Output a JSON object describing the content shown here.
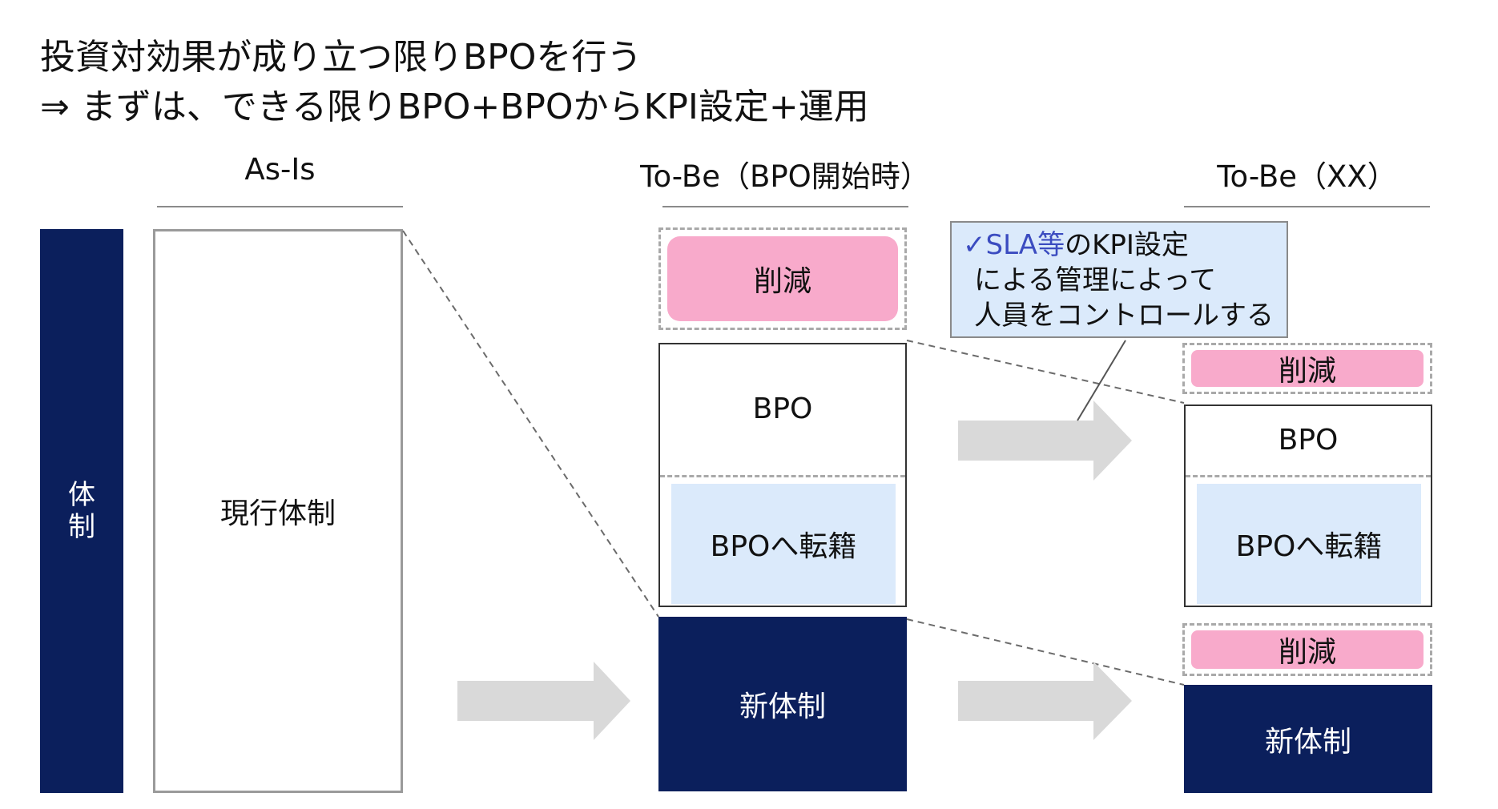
{
  "title": {
    "line1": "投資対効果が成り立つ限りBPOを行う",
    "line2": "⇒ まずは、できる限りBPO+BPOからKPI設定+運用"
  },
  "columns": {
    "asis": "As-Is",
    "tobe_start": "To-Be（BPO開始時）",
    "tobe_xx": "To-Be（XX）"
  },
  "side_label": "体制",
  "asis_box": "現行体制",
  "tobe_start": {
    "reduction": "削減",
    "bpo": "BPO",
    "transfer": "BPOへ転籍",
    "new_org": "新体制"
  },
  "tobe_xx": {
    "reduction_top": "削減",
    "bpo": "BPO",
    "transfer": "BPOへ転籍",
    "reduction_bottom": "削減",
    "new_org": "新体制"
  },
  "callout": {
    "check": "✓",
    "highlight": "SLA等",
    "line1_rest": "のKPI設定",
    "line2": "による管理によって",
    "line3": "人員をコントロールする"
  },
  "colors": {
    "navy": "#0b1f5c",
    "pink": "#f8aacb",
    "light_blue": "#dbeafb",
    "arrow_gray": "#d9d9d9",
    "callout_accent": "#3b4cc0"
  }
}
